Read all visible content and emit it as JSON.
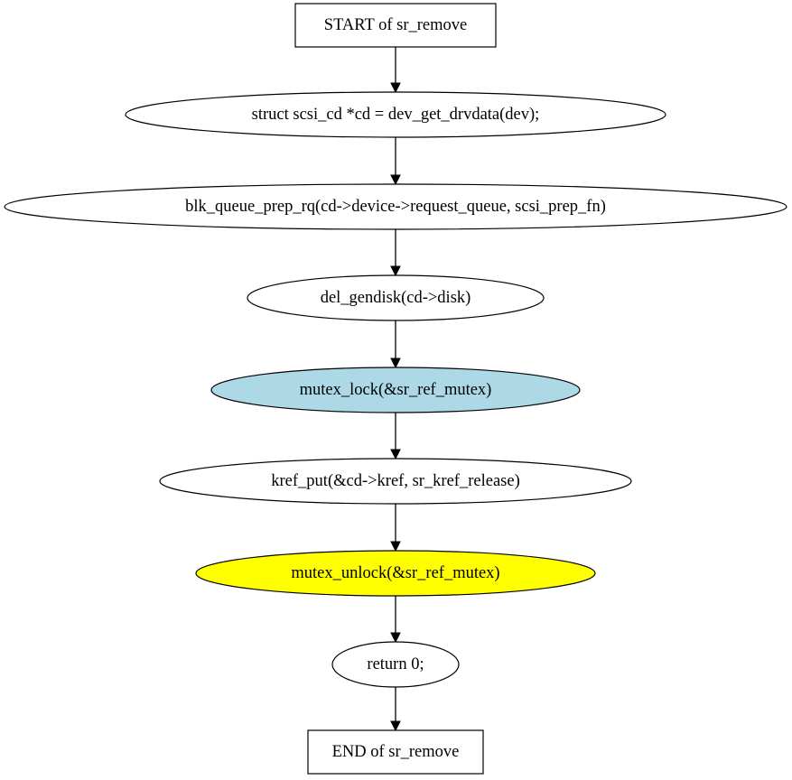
{
  "diagram": {
    "nodes": [
      {
        "id": "start",
        "label": "START of sr_remove",
        "shape": "box",
        "fill": "#ffffff"
      },
      {
        "id": "n1",
        "label": "struct scsi_cd *cd = dev_get_drvdata(dev);",
        "shape": "ellipse",
        "fill": "#ffffff"
      },
      {
        "id": "n2",
        "label": "blk_queue_prep_rq(cd->device->request_queue, scsi_prep_fn)",
        "shape": "ellipse",
        "fill": "#ffffff"
      },
      {
        "id": "n3",
        "label": "del_gendisk(cd->disk)",
        "shape": "ellipse",
        "fill": "#ffffff"
      },
      {
        "id": "n4",
        "label": "mutex_lock(&sr_ref_mutex)",
        "shape": "ellipse",
        "fill": "#add8e6"
      },
      {
        "id": "n5",
        "label": "kref_put(&cd->kref, sr_kref_release)",
        "shape": "ellipse",
        "fill": "#ffffff"
      },
      {
        "id": "n6",
        "label": "mutex_unlock(&sr_ref_mutex)",
        "shape": "ellipse",
        "fill": "#ffff00"
      },
      {
        "id": "n7",
        "label": "return 0;",
        "shape": "ellipse",
        "fill": "#ffffff"
      },
      {
        "id": "end",
        "label": "END of sr_remove",
        "shape": "box",
        "fill": "#ffffff"
      }
    ],
    "edges": [
      {
        "from": "start",
        "to": "n1"
      },
      {
        "from": "n1",
        "to": "n2"
      },
      {
        "from": "n2",
        "to": "n3"
      },
      {
        "from": "n3",
        "to": "n4"
      },
      {
        "from": "n4",
        "to": "n5"
      },
      {
        "from": "n5",
        "to": "n6"
      },
      {
        "from": "n6",
        "to": "n7"
      },
      {
        "from": "n7",
        "to": "end"
      }
    ]
  }
}
